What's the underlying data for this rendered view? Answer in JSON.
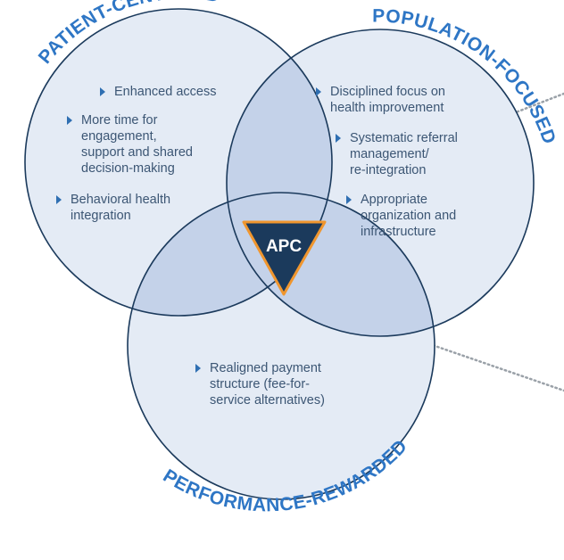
{
  "circles": {
    "patient": {
      "label": "PATIENT-CENTERED",
      "items": [
        "Enhanced access",
        "More time for\nengagement,\nsupport and shared\ndecision-making",
        "Behavioral health\nintegration"
      ]
    },
    "population": {
      "label": "POPULATION-FOCUSED",
      "items": [
        "Disciplined focus on\nhealth improvement",
        "Systematic referral\nmanagement/\nre-integration",
        "Appropriate\norganization  and\ninfrastructure"
      ]
    },
    "performance": {
      "label": "PERFORMANCE-REWARDED",
      "items": [
        "Realigned payment\nstructure (fee-for-\nservice alternatives)"
      ]
    }
  },
  "center": {
    "label": "APC"
  },
  "colors": {
    "circle_fill": "#e4ebf5",
    "overlap_fill": "#c4d2e9",
    "circle_stroke": "#1b3a5c",
    "label": "#2e76c5",
    "badge_fill": "#1b3a5c",
    "badge_stroke": "#f0962e",
    "bullet": "#2f6fb2",
    "dots": "#9aa1a8"
  }
}
